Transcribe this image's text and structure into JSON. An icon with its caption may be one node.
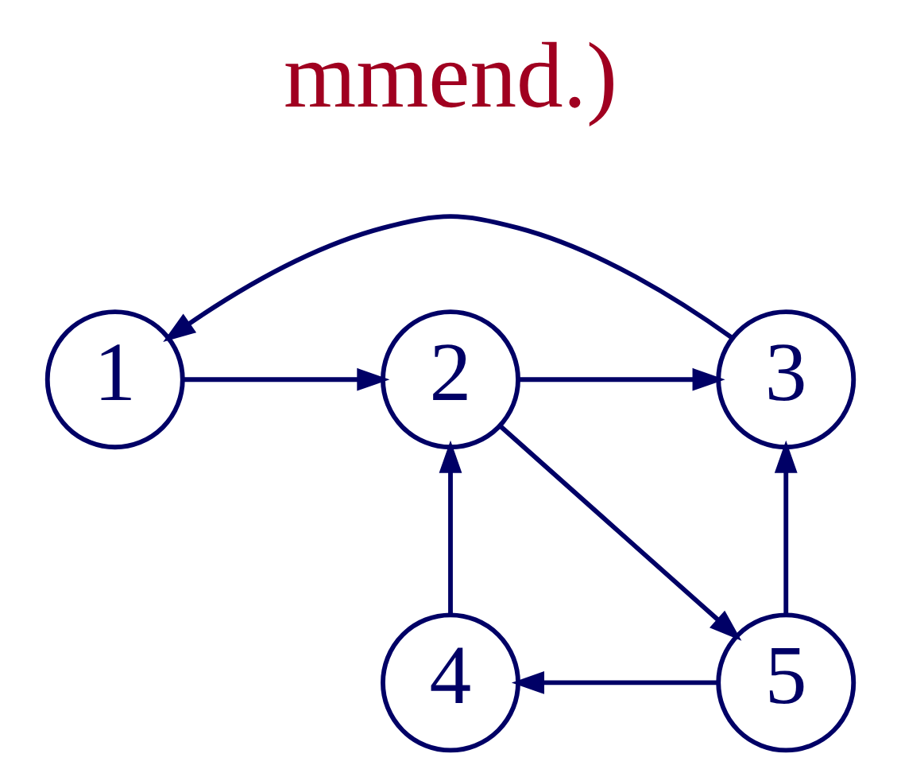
{
  "diagram": {
    "nodes": [
      {
        "text": [
          "1"
        ]
      },
      {
        "text": [
          "2"
        ]
      },
      {
        "text": [
          "3"
        ]
      },
      {
        "text": [
          "4"
        ]
      },
      {
        "text": [
          "5"
        ]
      }
    ],
    "edges": [
      {
        "from": 2,
        "to": 0,
        "arrow": "to"
      },
      {
        "from": 0,
        "to": 1,
        "arrow": "to"
      },
      {
        "from": 1,
        "to": 2,
        "arrow": "to"
      },
      {
        "from": 1,
        "to": 4,
        "arrow": "to"
      },
      {
        "from": 4,
        "to": 2,
        "arrow": "to"
      },
      {
        "from": 4,
        "to": 3,
        "arrow": "to"
      },
      {
        "from": 3,
        "to": 1,
        "arrow": "to"
      }
    ],
    "labels": [
      "mmend.)"
    ]
  }
}
